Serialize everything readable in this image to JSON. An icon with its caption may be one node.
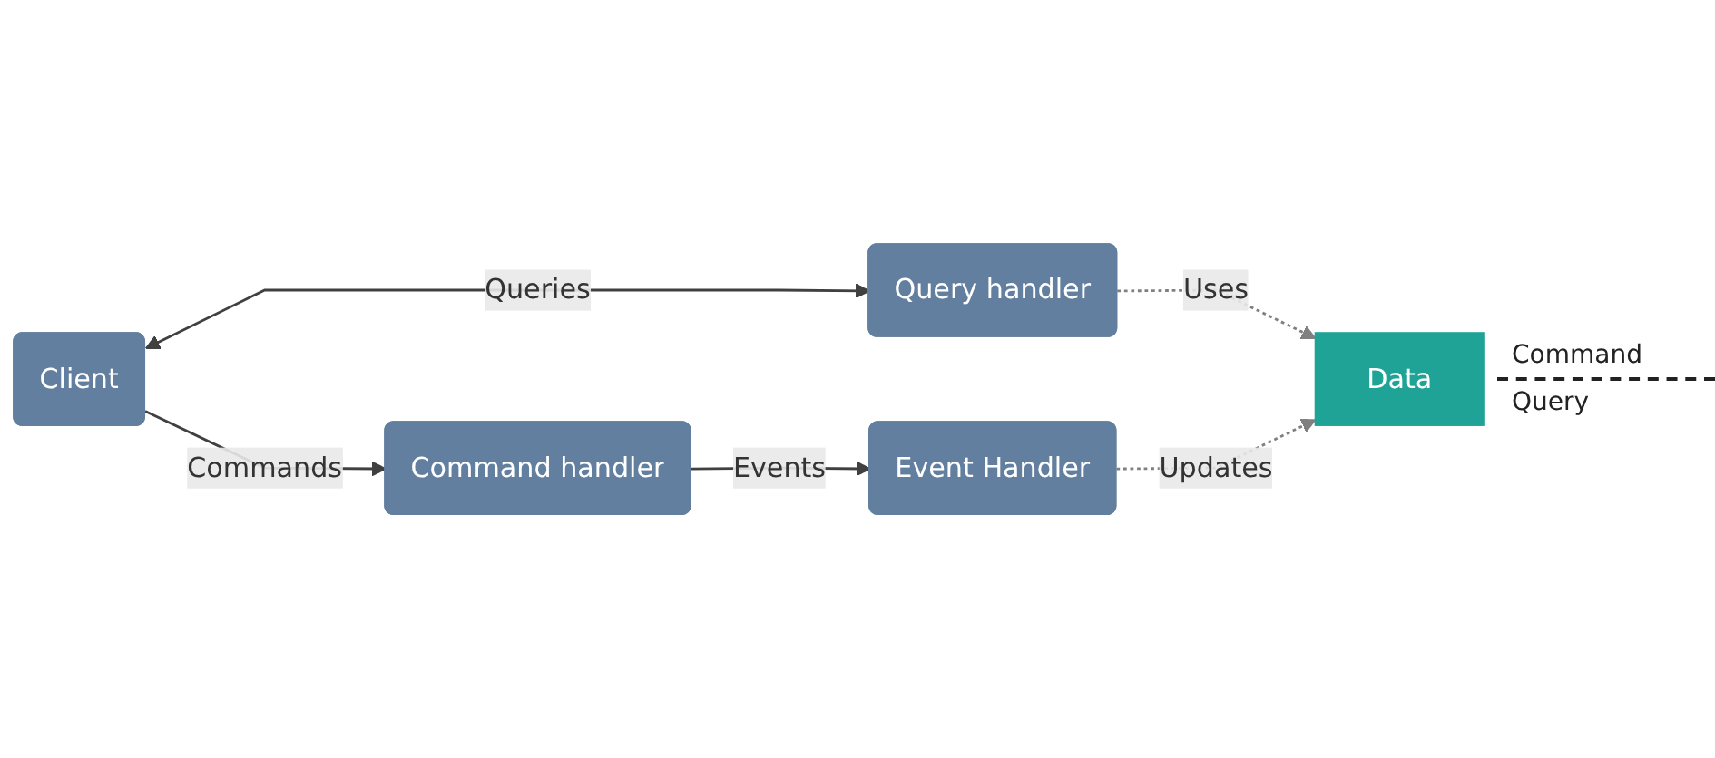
{
  "diagram": {
    "nodes": [
      {
        "text": [
          "Command handler"
        ]
      },
      {
        "text": [
          "Client"
        ]
      },
      {
        "text": [
          "Query handler"
        ]
      },
      {
        "text": [
          "Data"
        ]
      },
      {
        "text": [
          "Event Handler"
        ]
      }
    ],
    "edges": [
      {
        "from": 1,
        "to": 0,
        "arrow": "to",
        "label": "Commands"
      },
      {
        "from": 0,
        "to": 4,
        "arrow": "to",
        "label": "Events"
      },
      {
        "from": 1,
        "to": 2,
        "arrow": "both",
        "label": "Queries"
      },
      {
        "from": 2,
        "to": 3,
        "arrow": "to",
        "label": "Uses",
        "style": "dashed",
        "color": "#808080"
      },
      {
        "from": 4,
        "to": 3,
        "arrow": "to",
        "label": "Updates",
        "style": "dashed",
        "color": "#808080"
      }
    ],
    "labels": [
      "Command",
      "Query"
    ]
  }
}
